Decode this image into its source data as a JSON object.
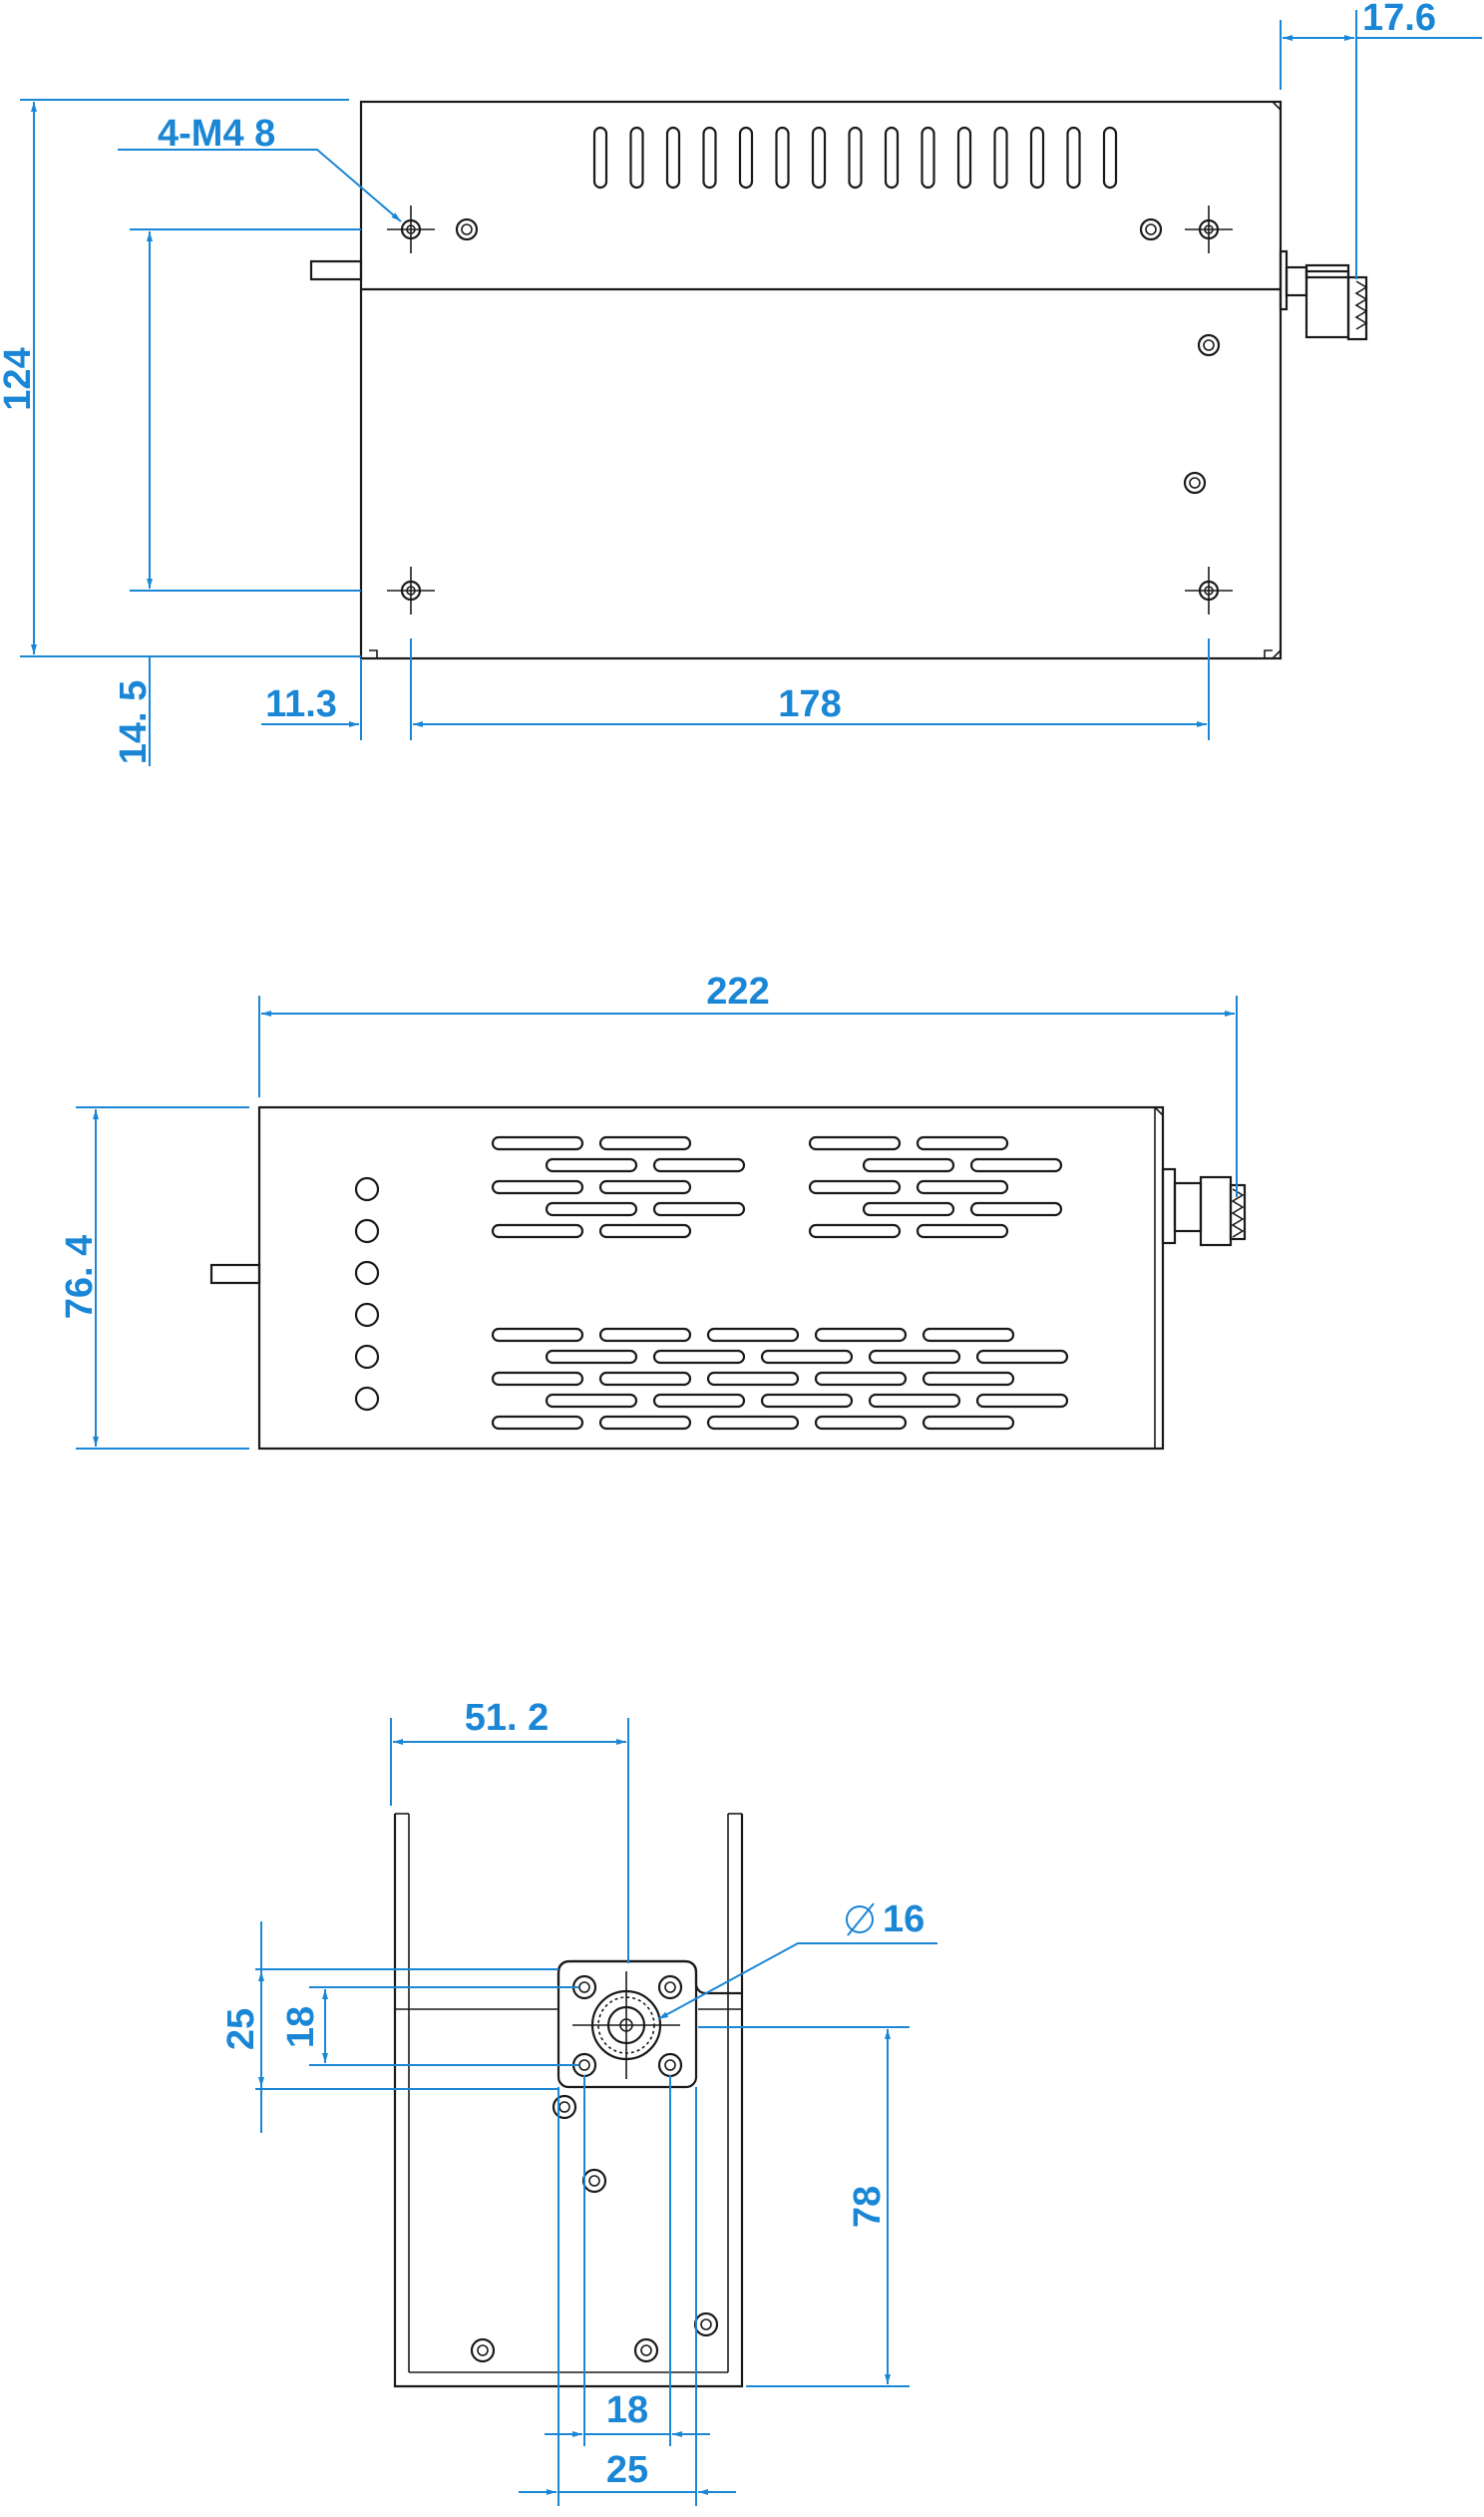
{
  "dims": {
    "top_conn": "17.6",
    "hole_spec": "4-M4 8",
    "height_124": "124",
    "offset_14_5": "14. 5",
    "offset_11_3": "11.3",
    "span_178": "178",
    "length_222": "222",
    "height_76_4": "76. 4",
    "width_51_2": "51. 2",
    "diam_16": "16",
    "v_25": "25",
    "v_18": "18",
    "v_78": "78",
    "h_18": "18",
    "h_25": "25"
  },
  "colors": {
    "dimension": "#1a86d6",
    "outline": "#1a1a1a",
    "background": "#ffffff"
  }
}
